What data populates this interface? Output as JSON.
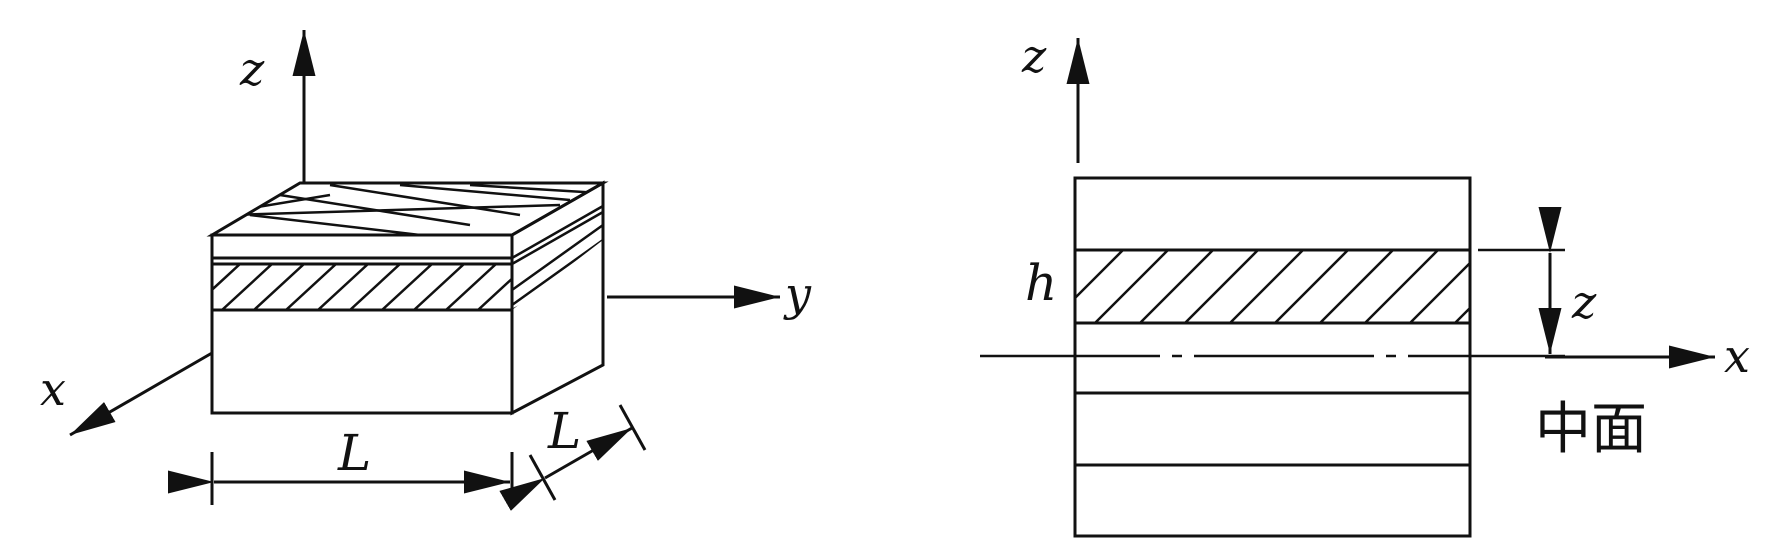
{
  "left_figure": {
    "axis_z": "z",
    "axis_y": "y",
    "axis_x": "x",
    "dim_width": "L",
    "dim_depth": "L"
  },
  "right_figure": {
    "axis_z": "z",
    "axis_x": "x",
    "label_h": "h",
    "label_z": "z",
    "label_midplane": "中面"
  }
}
